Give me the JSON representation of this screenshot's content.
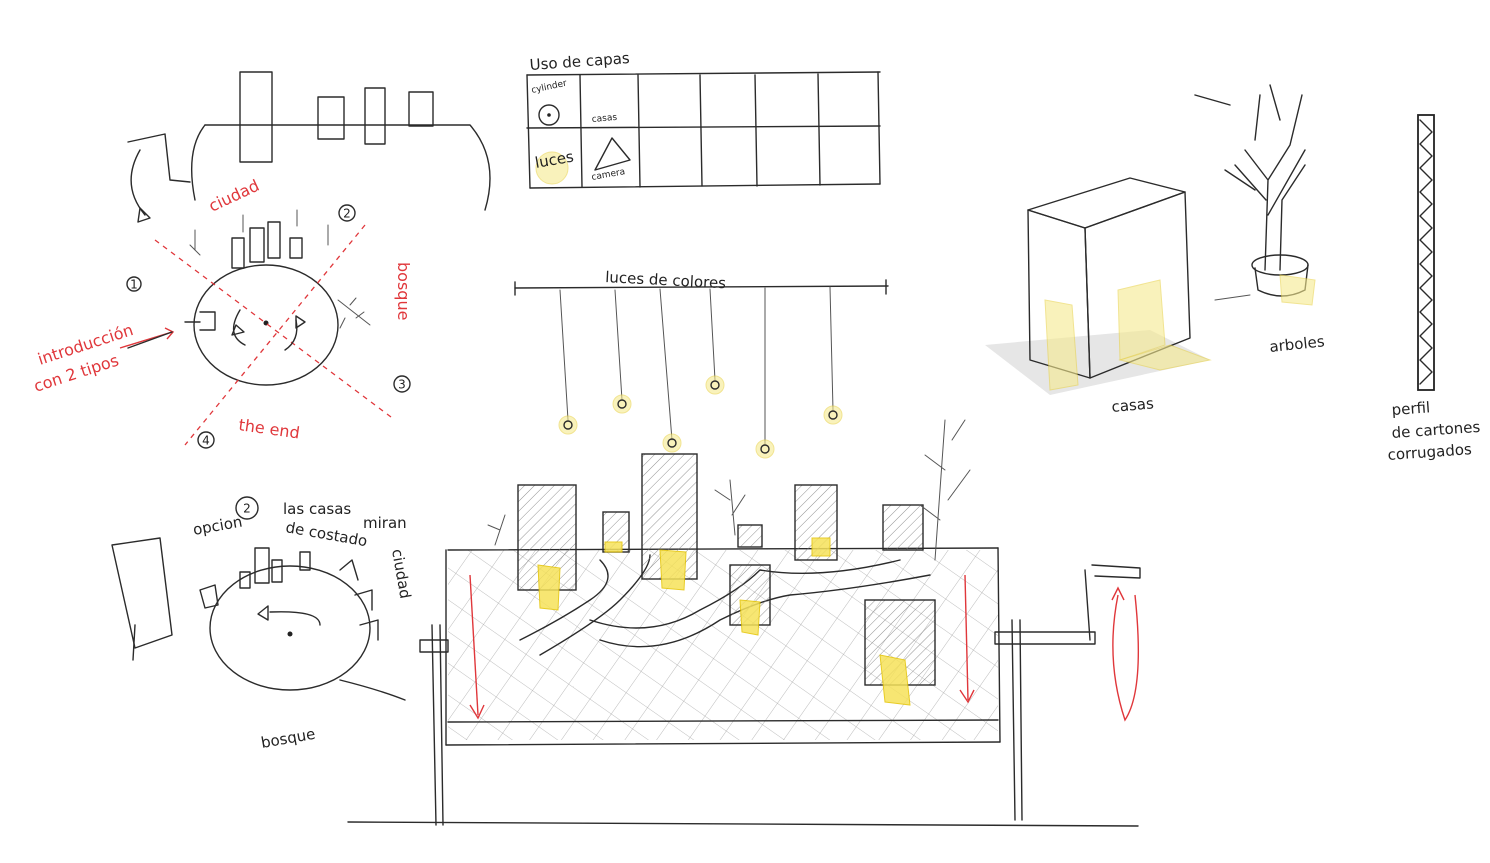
{
  "labels": {
    "uso_de_capas": "Uso de capas",
    "cylinder": "cylinder",
    "casas_cell": "casas",
    "luces_cell": "luces",
    "camera_cell": "camera",
    "luces_de_colores": "luces de colores",
    "ciudad_top": "ciudad",
    "bosque_right": "bosque",
    "introduccion_line1": "introducción",
    "introduccion_line2": "con 2 tipos",
    "the_end": "the end",
    "num_1": "1",
    "num_2": "2",
    "num_3": "3",
    "num_4": "4",
    "opcion": "opcion",
    "opcion_num": "2",
    "las_casas_line1": "las casas",
    "las_casas_line2": "de costado",
    "miran": "miran",
    "ciudad_bottom": "ciudad",
    "bosque_bottom": "bosque",
    "casas_label": "casas",
    "arboles_label": "arboles",
    "perfil_line1": "perfil",
    "perfil_line2": "de cartones",
    "perfil_line3": "corrugados"
  },
  "colors": {
    "ink": "#2b2b2b",
    "red": "#e0373b",
    "yellow": "#f6e25a"
  }
}
